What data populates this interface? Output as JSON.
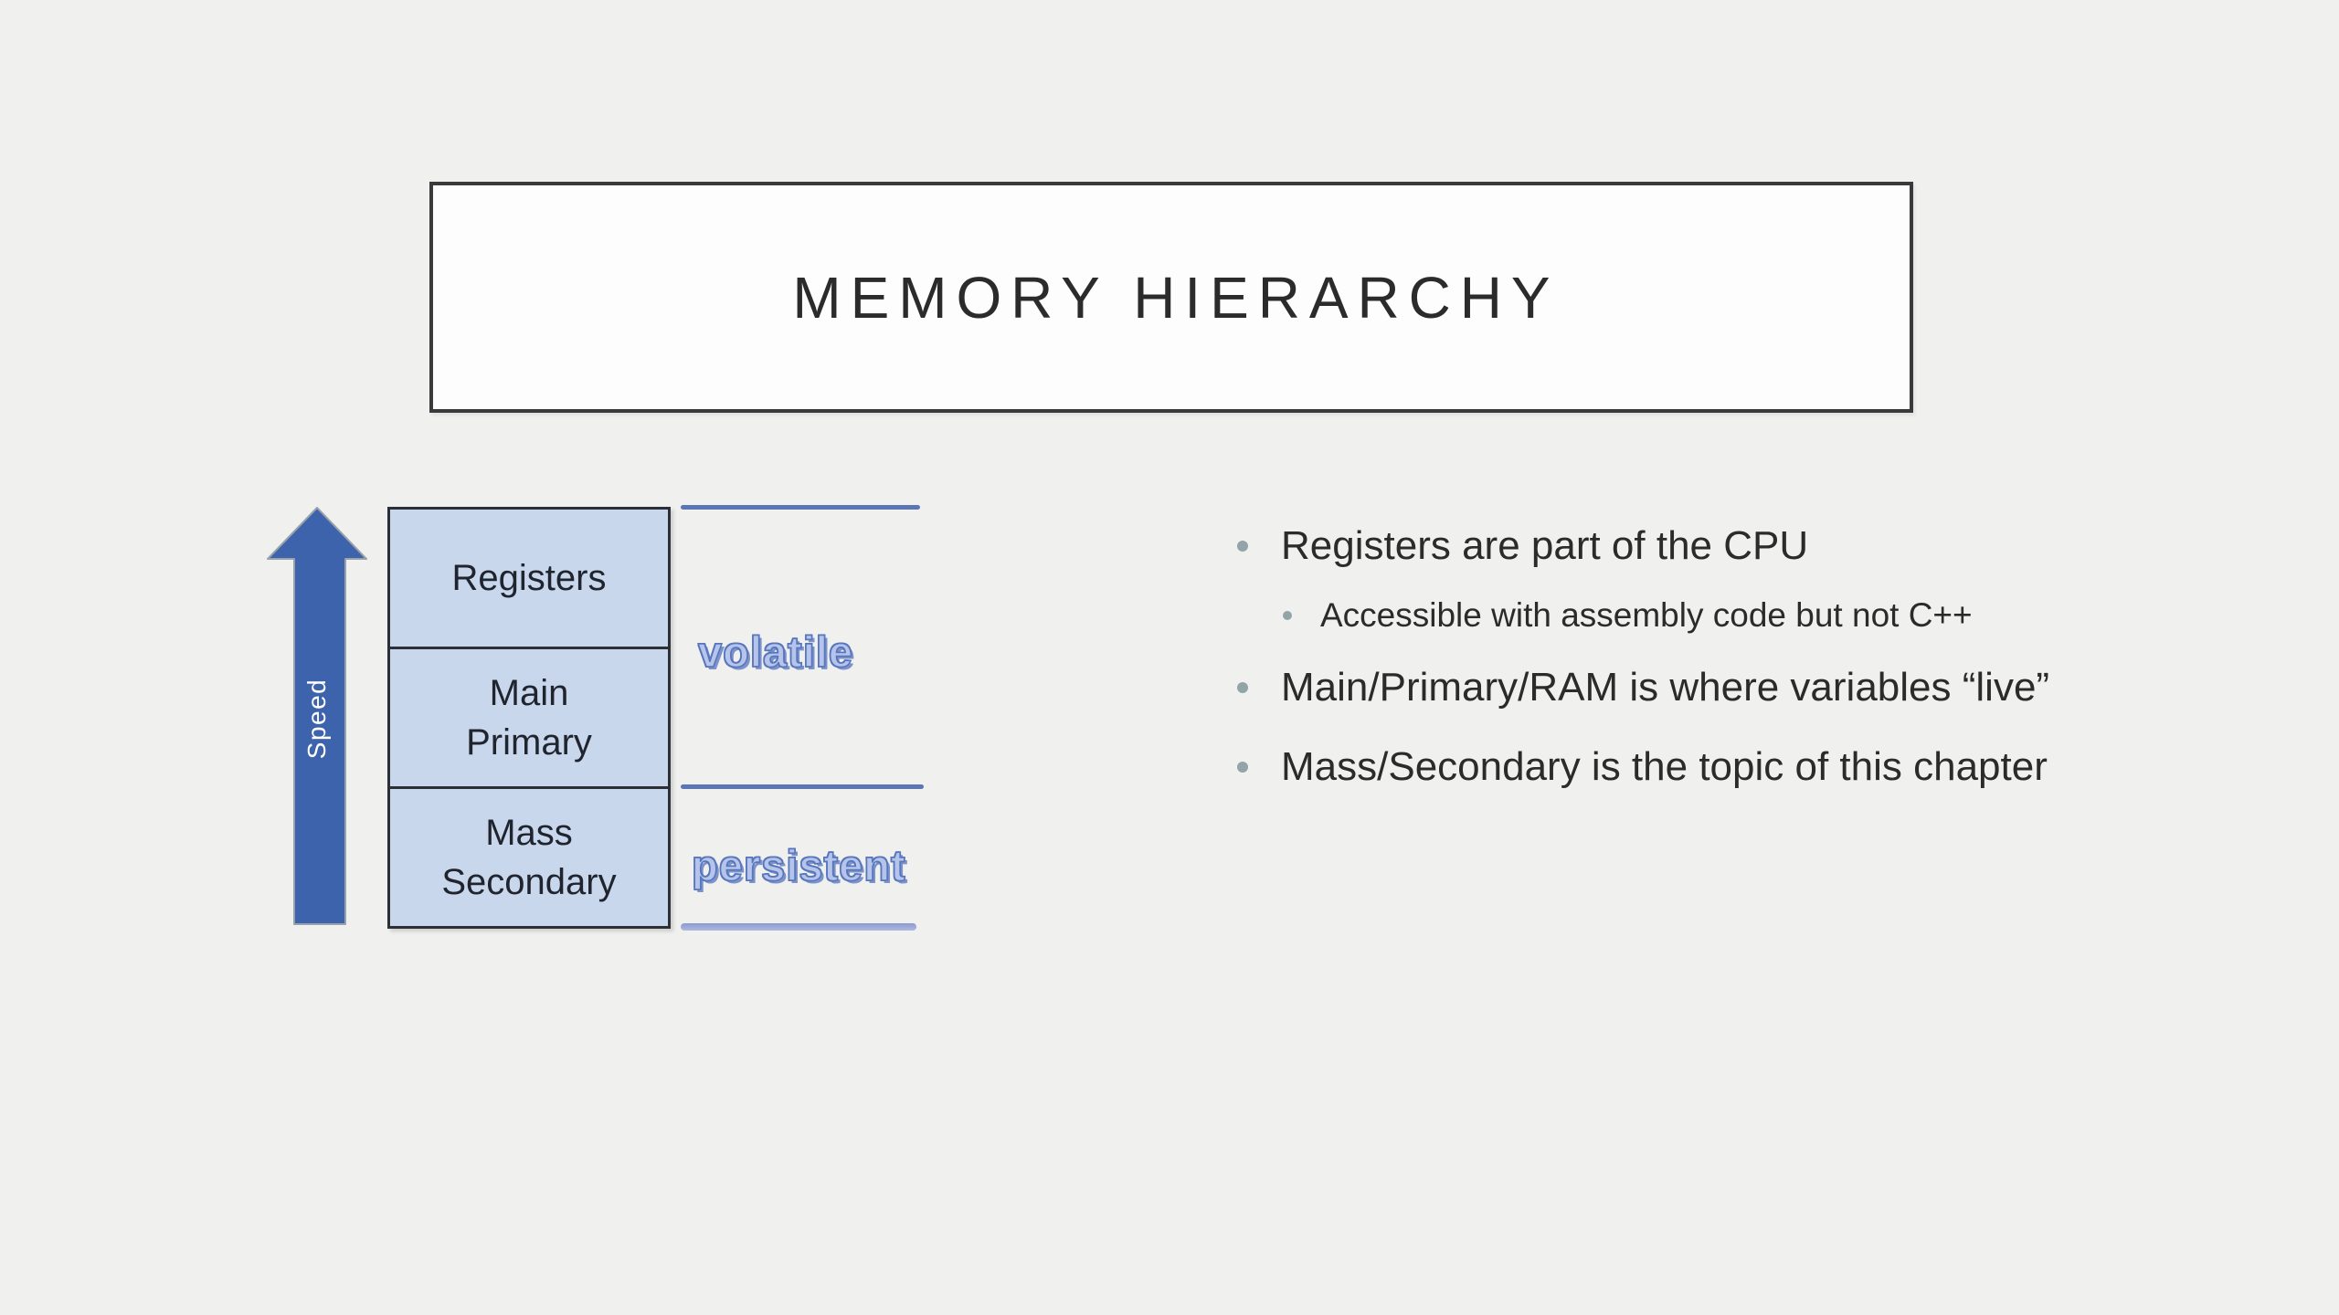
{
  "slide": {
    "title": "MEMORY HIERARCHY"
  },
  "diagram": {
    "speed_label": "Speed",
    "levels": [
      {
        "name": "registers",
        "lines": [
          "Registers"
        ]
      },
      {
        "name": "main-primary",
        "lines": [
          "Main",
          "Primary"
        ]
      },
      {
        "name": "mass-secondary",
        "lines": [
          "Mass",
          "Secondary"
        ]
      }
    ],
    "volatility": {
      "volatile_label": "volatile",
      "persistent_label": "persistent"
    }
  },
  "bullets": [
    {
      "level": 1,
      "text": "Registers are part of the CPU"
    },
    {
      "level": 2,
      "text": "Accessible with assembly code but not C++"
    },
    {
      "level": 1,
      "text": "Main/Primary/RAM is where variables “live”"
    },
    {
      "level": 1,
      "text": "Mass/Secondary is the topic of this chapter"
    }
  ],
  "colors": {
    "background": "#f0f0ef",
    "arrow_blue": "#3d63ac",
    "box_fill": "#c9d7ec",
    "box_border": "#2c2f35",
    "brace_line_blue": "#5b76b4",
    "brace_line_light": "#aeb9e0",
    "volatility_fill": "#b6c4eb",
    "volatility_outline": "#5776bb",
    "bullet_dot": "#93a4a8",
    "text_dark": "#2b2b2b"
  }
}
